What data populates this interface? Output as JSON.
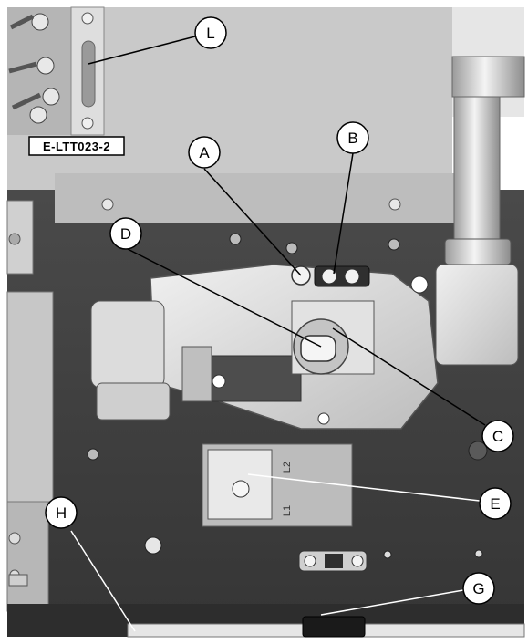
{
  "part_label": "E-LTT023-2",
  "plate_text": {
    "terminal_1": "L1",
    "terminal_2": "L2"
  },
  "callouts": [
    {
      "id": "A",
      "label": "A",
      "target": "gas-valve-upper-screw"
    },
    {
      "id": "B",
      "label": "B",
      "target": "gas-valve-coil-connector"
    },
    {
      "id": "C",
      "label": "C",
      "target": "gas-valve-body"
    },
    {
      "id": "D",
      "label": "D",
      "target": "gas-valve-knob"
    },
    {
      "id": "E",
      "label": "E",
      "target": "terminal-block"
    },
    {
      "id": "G",
      "label": "G",
      "target": "bottom-bracket"
    },
    {
      "id": "H",
      "label": "H",
      "target": "lower-left-panel"
    },
    {
      "id": "L",
      "label": "L",
      "target": "top-left-bracket"
    }
  ],
  "colors": {
    "panel_dark": "#3f3f3f",
    "panel_mid": "#6b6b6b",
    "part_light": "#d9d9d9",
    "part_white": "#f2f2f2",
    "callout_fill": "#ffffff",
    "callout_stroke": "#000000",
    "leader_line": "#000000",
    "leader_line_light": "#ffffff"
  }
}
